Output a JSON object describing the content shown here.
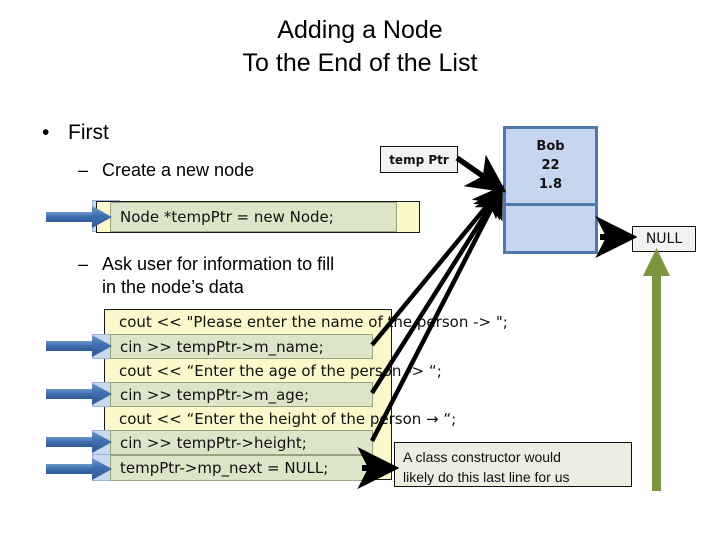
{
  "slide": {
    "title_line1": "Adding a Node",
    "title_line2": "To the End of the List"
  },
  "bullets": {
    "level1": {
      "marker": "•",
      "text": "First"
    },
    "level2_a": {
      "marker": "–",
      "text": "Create a new node"
    },
    "level2_b": {
      "marker": "–",
      "line1": "Ask user for information to fill",
      "line2": "in the node’s data"
    }
  },
  "code_block_1": {
    "lines": [
      {
        "text": "Node *tempPtr = new Node;",
        "highlighted": true
      }
    ]
  },
  "code_block_2": {
    "lines": [
      {
        "text": "cout << \"Please enter the name of the person -> \";",
        "highlighted": false
      },
      {
        "text": "cin >> tempPtr->m_name;",
        "highlighted": true
      },
      {
        "text": "cout << “Enter the age of the person -> “;",
        "highlighted": false
      },
      {
        "text": "cin >> tempPtr->m_age;",
        "highlighted": true
      },
      {
        "text": "cout << “Enter the height of the person → “;",
        "highlighted": false
      },
      {
        "text": "cin >> tempPtr->height;",
        "highlighted": true
      },
      {
        "text": "tempPtr->mp_next = NULL;",
        "highlighted": true
      }
    ]
  },
  "diagram": {
    "pointer_label": "temp Ptr",
    "node": {
      "data_lines": [
        "Bob",
        "22",
        "1.8"
      ],
      "next_cell": ""
    },
    "null_label": "NULL"
  },
  "note": {
    "line1": "A class constructor would",
    "line2": "likely do this last line for us"
  },
  "colors": {
    "code_highlight_green": "#DDE5C9",
    "code_background_yellow": "#FBF8CB",
    "node_fill_blue": "#C6D6EE",
    "node_border_blue": "#4E79AA",
    "blue_arrow": "#4A7EBB",
    "green_arrow": "#7D9440",
    "black_arrow": "#000000"
  },
  "icons": {
    "blue_arrow": "arrow-right-icon",
    "green_arrow": "arrow-up-icon",
    "black_arrow": "pointer-arrow-icon"
  }
}
